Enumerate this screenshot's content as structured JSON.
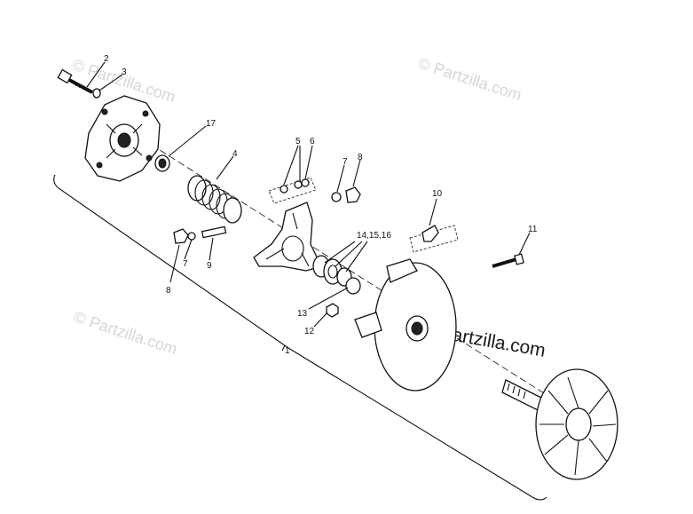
{
  "watermarks": {
    "main": "Partzilla.com",
    "faint": "© Partzilla.com"
  },
  "callouts": {
    "c1": "1",
    "c2": "2",
    "c3": "3",
    "c4": "4",
    "c5": "5",
    "c6": "6",
    "c7a": "7",
    "c7b": "7",
    "c8a": "8",
    "c8b": "8",
    "c9": "9",
    "c10": "10",
    "c11": "11",
    "c12": "12",
    "c13": "13",
    "c14": "14,15,16",
    "c17": "17"
  },
  "colors": {
    "line": "#111111",
    "watermark": "#d6d6d6",
    "background": "#ffffff"
  }
}
